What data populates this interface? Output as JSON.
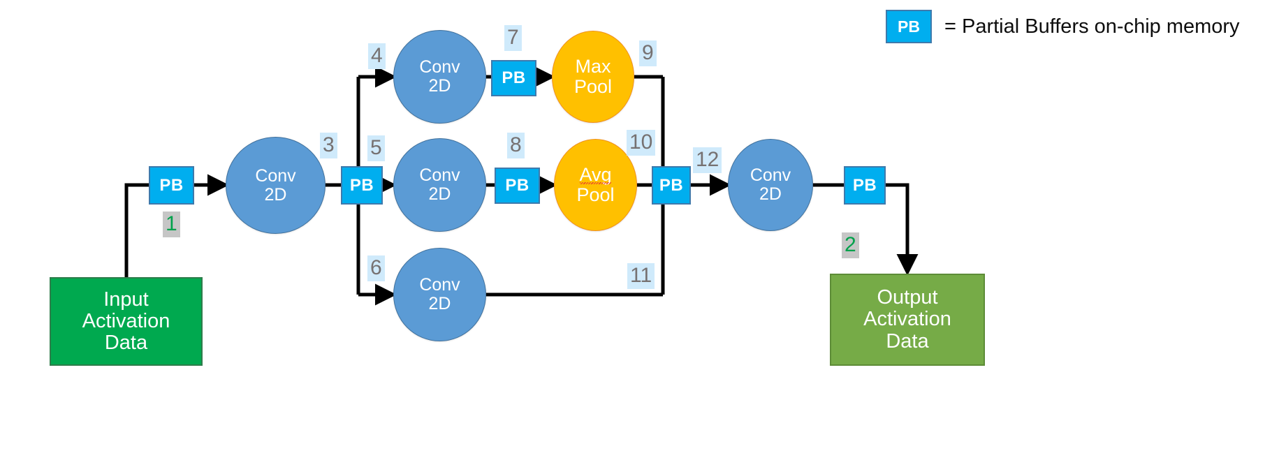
{
  "legend": {
    "swatch_label": "PB",
    "text": "= Partial Buffers on-chip memory"
  },
  "colors": {
    "conv_fill": "#5B9BD5",
    "conv_stroke": "#41719C",
    "pool_fill": "#FFC000",
    "pool_stroke": "#F0901E",
    "pb_fill": "#00AEEF",
    "pb_stroke": "#3E7AAC",
    "input_fill": "#00A94F",
    "input_stroke": "#2E7D4B",
    "output_fill": "#76AB47",
    "output_stroke": "#5D8C37",
    "wire": "#000000",
    "tag_blue_bg": "#CFEAFB",
    "tag_blue_fg": "#767171",
    "tag_green_bg": "#C6C6C6",
    "tag_green_fg": "#00A14B"
  },
  "nodes": {
    "input_box": "Input\nActivation\nData",
    "output_box": "Output\nActivation\nData",
    "pb_in": "PB",
    "conv_first": "Conv\n2D",
    "pb_fanout": "PB",
    "conv_top": "Conv\n2D",
    "conv_mid": "Conv\n2D",
    "conv_bottom": "Conv\n2D",
    "pb_top": "PB",
    "pb_mid": "PB",
    "max_pool_line1": "Max",
    "max_pool_line2": "Pool",
    "avg_pool_line1": "Avg",
    "avg_pool_line2": "Pool",
    "pb_merge": "PB",
    "conv_last": "Conv\n2D",
    "pb_out": "PB"
  },
  "tags": {
    "t1": "1",
    "t2": "2",
    "t3": "3",
    "t4": "4",
    "t5": "5",
    "t6": "6",
    "t7": "7",
    "t8": "8",
    "t9": "9",
    "t10": "10",
    "t11": "11",
    "t12": "12"
  }
}
